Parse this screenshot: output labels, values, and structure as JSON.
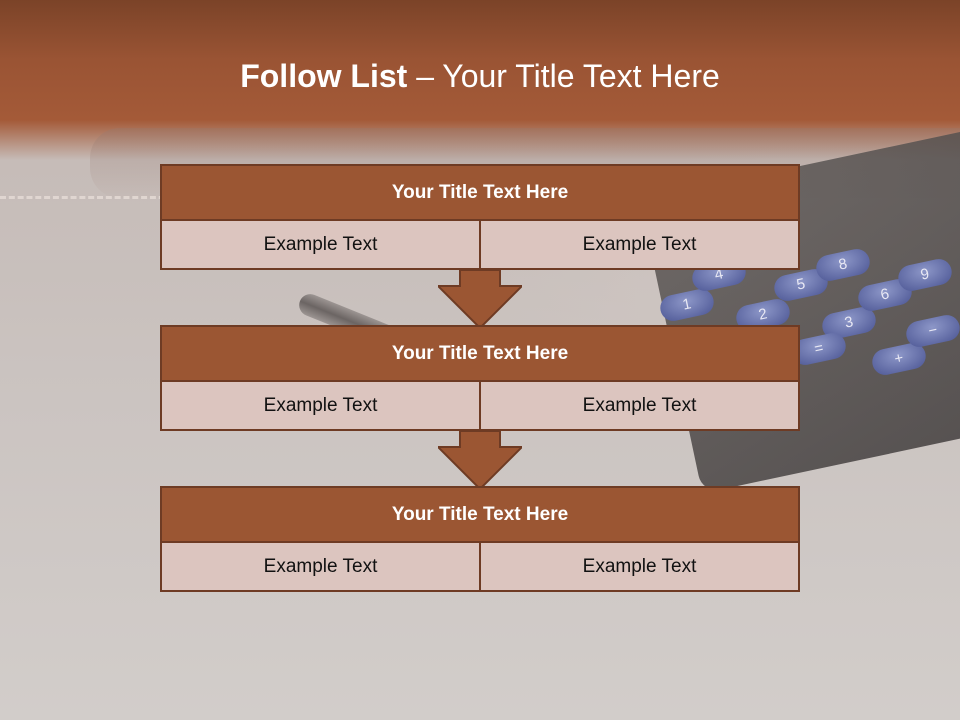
{
  "slide": {
    "title_bold": "Follow List",
    "title_rest": " – Your Title Text Here",
    "blocks": [
      {
        "title": "Your Title Text Here",
        "left": "Example Text",
        "right": "Example Text"
      },
      {
        "title": "Your Title Text Here",
        "left": "Example Text",
        "right": "Example Text"
      },
      {
        "title": "Your Title Text Here",
        "left": "Example Text",
        "right": "Example Text"
      }
    ],
    "calculator_keys": [
      "1",
      "2",
      "3",
      "4",
      "5",
      "6",
      "8",
      "9",
      "=",
      "+",
      "−"
    ]
  },
  "colors": {
    "header_fill": "#9b5633",
    "border": "#6e3b24",
    "cell_fill": "#dcc5bf",
    "title_text": "#ffffff"
  }
}
